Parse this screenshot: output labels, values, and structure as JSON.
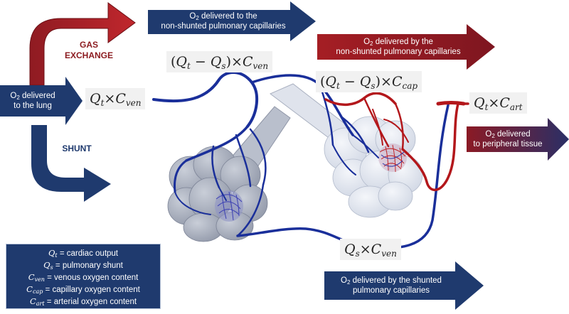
{
  "labels": {
    "delivered_nonshunted_pre": "delivered to the",
    "delivered_nonshunted_post": "non-shunted pulmonary capillaries",
    "delivered_by_nonshunted_pre": "delivered by the",
    "delivered_by_nonshunted_post": "non-shunted pulmonary capillaries",
    "delivered_lung_pre": "delivered",
    "delivered_lung_post": "to the lung",
    "gas_exchange_1": "GAS",
    "gas_exchange_2": "EXCHANGE",
    "shunt": "SHUNT",
    "delivered_tissue_pre": "delivered",
    "delivered_tissue_post": "to peripheral tissue",
    "delivered_by_shunted_pre": "delivered by the shunted",
    "delivered_by_shunted_post": "pulmonary capillaries",
    "o2": "O",
    "o2_sub": "2"
  },
  "equations": {
    "q": "Q",
    "c": "C",
    "times": "×",
    "minus": "−",
    "lparen": "(",
    "rparen": ")",
    "t": "t",
    "s": "s",
    "ven": "ven",
    "cap": "cap",
    "art": "art"
  },
  "legend": {
    "cardiac_output": "= cardiac output",
    "pulmonary_shunt": "= pulmonary shunt",
    "venous": "= venous oxygen content",
    "capillary": "= capillary oxygen content",
    "arterial": "= arterial oxygen content"
  },
  "colors": {
    "navy": "#1f3a6e",
    "dark_red": "#8b1a1f",
    "vein_blue": "#1a2f9a",
    "artery_red": "#b3171b",
    "alveoli": "#a7adba",
    "airway": "#b9bfcc"
  }
}
